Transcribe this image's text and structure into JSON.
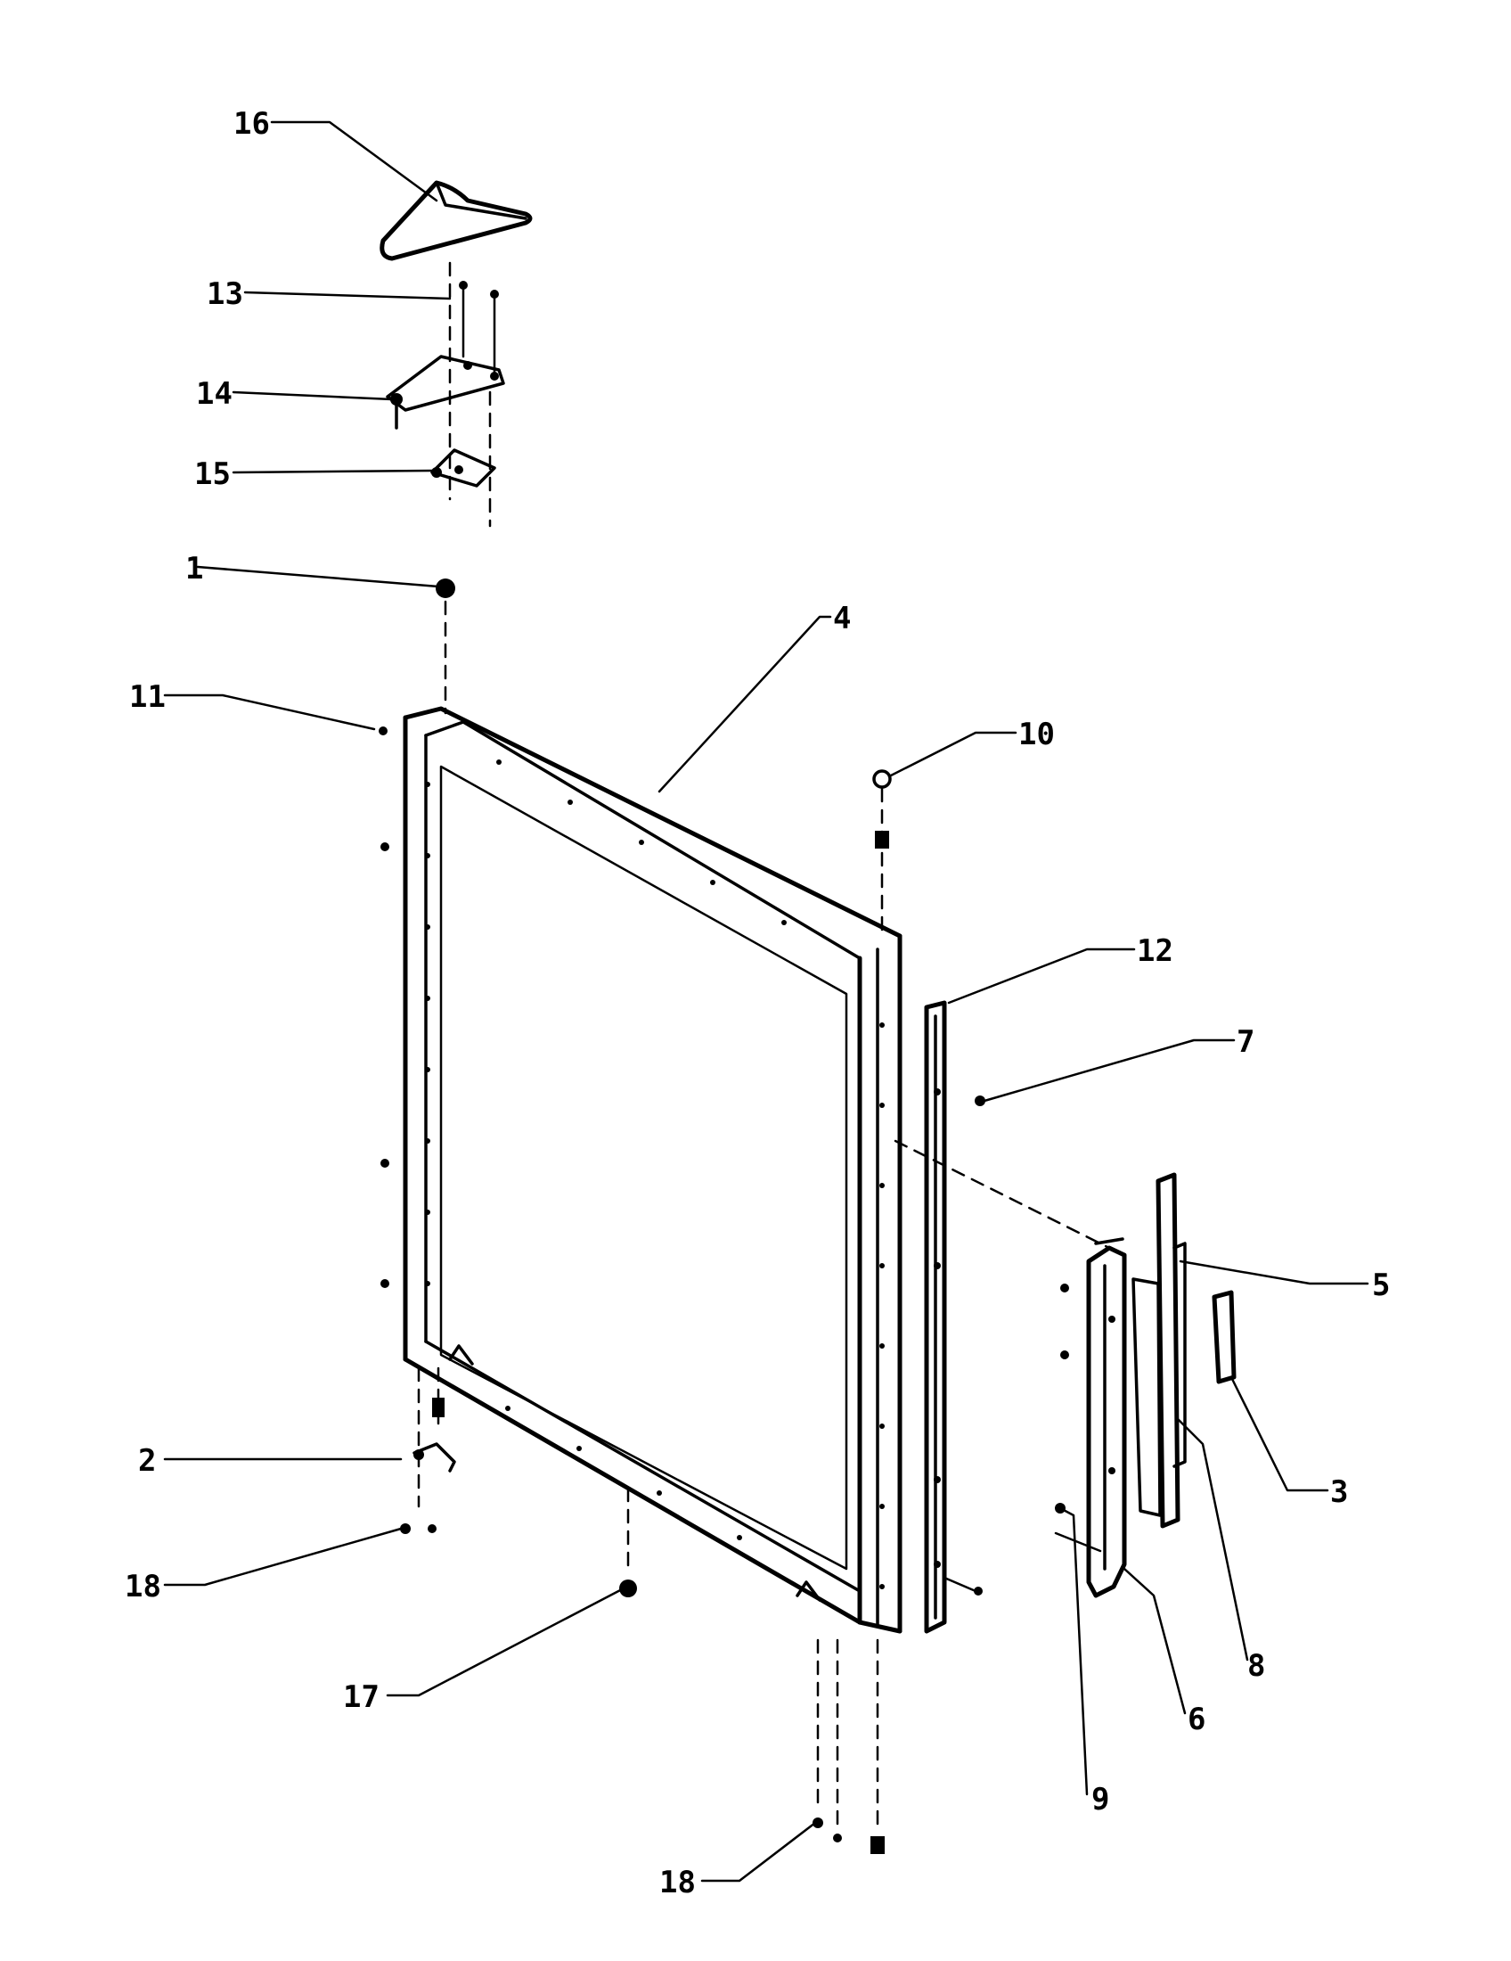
{
  "callouts": [
    {
      "id": "16",
      "label": "16"
    },
    {
      "id": "13",
      "label": "13"
    },
    {
      "id": "14",
      "label": "14"
    },
    {
      "id": "15",
      "label": "15"
    },
    {
      "id": "1",
      "label": "1"
    },
    {
      "id": "4",
      "label": "4"
    },
    {
      "id": "11",
      "label": "11"
    },
    {
      "id": "10",
      "label": "10"
    },
    {
      "id": "12",
      "label": "12"
    },
    {
      "id": "7",
      "label": "7"
    },
    {
      "id": "5",
      "label": "5"
    },
    {
      "id": "3",
      "label": "3"
    },
    {
      "id": "2",
      "label": "2"
    },
    {
      "id": "18a",
      "label": "18"
    },
    {
      "id": "17",
      "label": "17"
    },
    {
      "id": "8",
      "label": "8"
    },
    {
      "id": "6",
      "label": "6"
    },
    {
      "id": "9",
      "label": "9"
    },
    {
      "id": "18b",
      "label": "18"
    }
  ]
}
